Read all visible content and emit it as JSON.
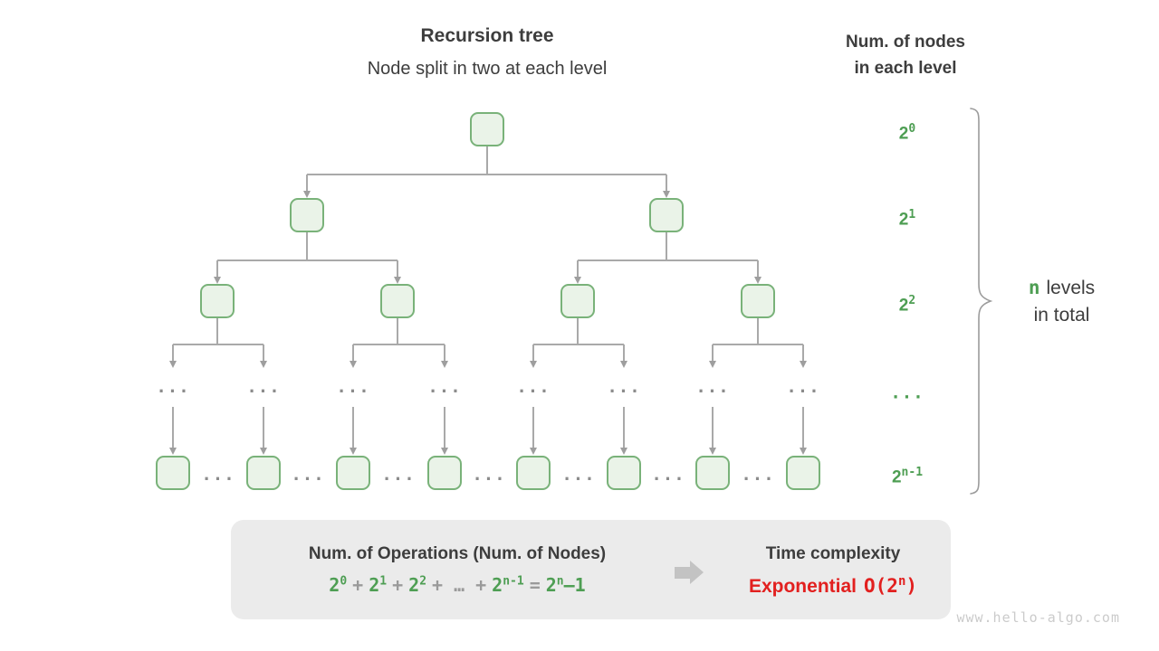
{
  "header": {
    "title": "Recursion tree",
    "subtitle": "Node split in two at each level"
  },
  "right_header": {
    "line1": "Num. of nodes",
    "line2": "in each level"
  },
  "tree": {
    "ellipsis": "..."
  },
  "level_labels": [
    {
      "base": "2",
      "sup": "0"
    },
    {
      "base": "2",
      "sup": "1"
    },
    {
      "base": "2",
      "sup": "2"
    },
    {
      "base": "...",
      "sup": ""
    },
    {
      "base": "2",
      "sup": "n-1"
    }
  ],
  "brace_note": {
    "n": "n",
    "line1_rest": "levels",
    "line2": "in total"
  },
  "summary": {
    "left_title": "Num. of Operations (Num. of Nodes)",
    "formula": {
      "terms": [
        {
          "base": "2",
          "sup": "0"
        },
        {
          "base": "2",
          "sup": "1"
        },
        {
          "base": "2",
          "sup": "2"
        },
        {
          "base": "2",
          "sup": "n-1"
        }
      ],
      "plus": "+",
      "dots": "…",
      "equals": "=",
      "result": {
        "base": "2",
        "sup": "n",
        "tail": "–1"
      }
    },
    "right_title": "Time complexity",
    "complexity": {
      "label": "Exponential",
      "value_prefix": "O(2",
      "value_sup": "n",
      "value_suffix": ")"
    }
  },
  "watermark": "www.hello-algo.com",
  "colors": {
    "green_text": "#4e9e53",
    "node_border": "#79b279",
    "node_fill": "#eaf3e8",
    "connector": "#a9a9a9",
    "dark_text": "#3d3d3d",
    "red_text": "#e2201f",
    "box_bg": "#ebebeb",
    "arrow_gray": "#c3c3c3",
    "watermark_gray": "#cbcbcb"
  }
}
